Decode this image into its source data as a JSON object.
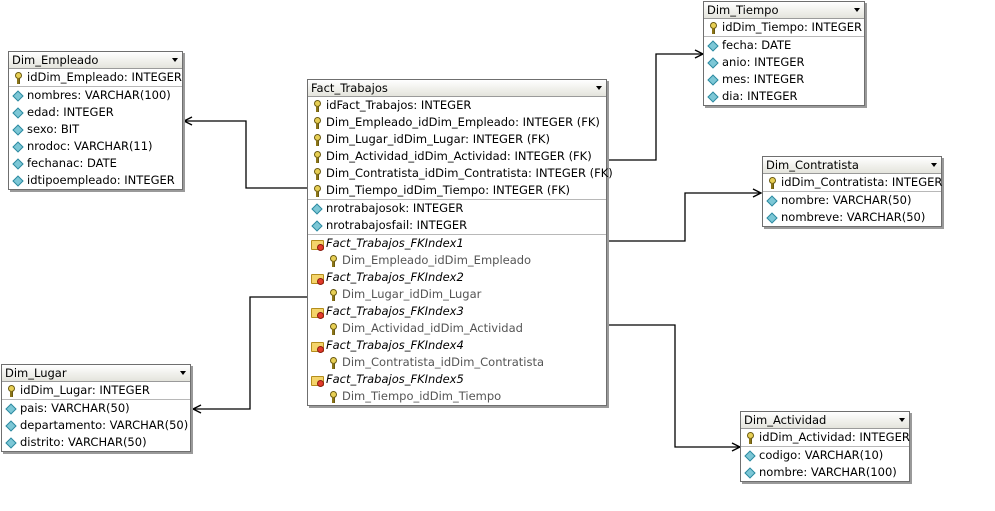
{
  "tables": {
    "dim_tiempo": {
      "title": "Dim_Tiempo",
      "pk": [
        "idDim_Tiempo: INTEGER"
      ],
      "columns": [
        "fecha: DATE",
        "anio: INTEGER",
        "mes: INTEGER",
        "dia: INTEGER"
      ]
    },
    "dim_empleado": {
      "title": "Dim_Empleado",
      "pk": [
        "idDim_Empleado: INTEGER"
      ],
      "columns": [
        "nombres: VARCHAR(100)",
        "edad: INTEGER",
        "sexo: BIT",
        "nrodoc: VARCHAR(11)",
        "fechanac: DATE",
        "idtipoempleado: INTEGER"
      ]
    },
    "fact_trabajos": {
      "title": "Fact_Trabajos",
      "pk": [
        "idFact_Trabajos: INTEGER",
        "Dim_Empleado_idDim_Empleado: INTEGER (FK)",
        "Dim_Lugar_idDim_Lugar: INTEGER (FK)",
        "Dim_Actividad_idDim_Actividad: INTEGER (FK)",
        "Dim_Contratista_idDim_Contratista: INTEGER (FK)",
        "Dim_Tiempo_idDim_Tiempo: INTEGER (FK)"
      ],
      "columns": [
        "nrotrabajosok: INTEGER",
        "nrotrabajosfail: INTEGER"
      ],
      "indexes": [
        {
          "name": "Fact_Trabajos_FKIndex1",
          "column": "Dim_Empleado_idDim_Empleado"
        },
        {
          "name": "Fact_Trabajos_FKIndex2",
          "column": "Dim_Lugar_idDim_Lugar"
        },
        {
          "name": "Fact_Trabajos_FKIndex3",
          "column": "Dim_Actividad_idDim_Actividad"
        },
        {
          "name": "Fact_Trabajos_FKIndex4",
          "column": "Dim_Contratista_idDim_Contratista"
        },
        {
          "name": "Fact_Trabajos_FKIndex5",
          "column": "Dim_Tiempo_idDim_Tiempo"
        }
      ]
    },
    "dim_contratista": {
      "title": "Dim_Contratista",
      "pk": [
        "idDim_Contratista: INTEGER"
      ],
      "columns": [
        "nombre: VARCHAR(50)",
        "nombreve: VARCHAR(50)"
      ]
    },
    "dim_lugar": {
      "title": "Dim_Lugar",
      "pk": [
        "idDim_Lugar: INTEGER"
      ],
      "columns": [
        "pais: VARCHAR(50)",
        "departamento: VARCHAR(50)",
        "distrito: VARCHAR(50)"
      ]
    },
    "dim_actividad": {
      "title": "Dim_Actividad",
      "pk": [
        "idDim_Actividad: INTEGER"
      ],
      "columns": [
        "codigo: VARCHAR(10)",
        "nombre: VARCHAR(100)"
      ]
    }
  },
  "relationships": [
    {
      "from": "fact_trabajos",
      "to": "dim_tiempo"
    },
    {
      "from": "fact_trabajos",
      "to": "dim_empleado"
    },
    {
      "from": "fact_trabajos",
      "to": "dim_contratista"
    },
    {
      "from": "fact_trabajos",
      "to": "dim_lugar"
    },
    {
      "from": "fact_trabajos",
      "to": "dim_actividad"
    }
  ],
  "icons": {
    "primary_key": "key-icon",
    "column": "column-diamond-icon",
    "index": "index-folder-icon"
  }
}
